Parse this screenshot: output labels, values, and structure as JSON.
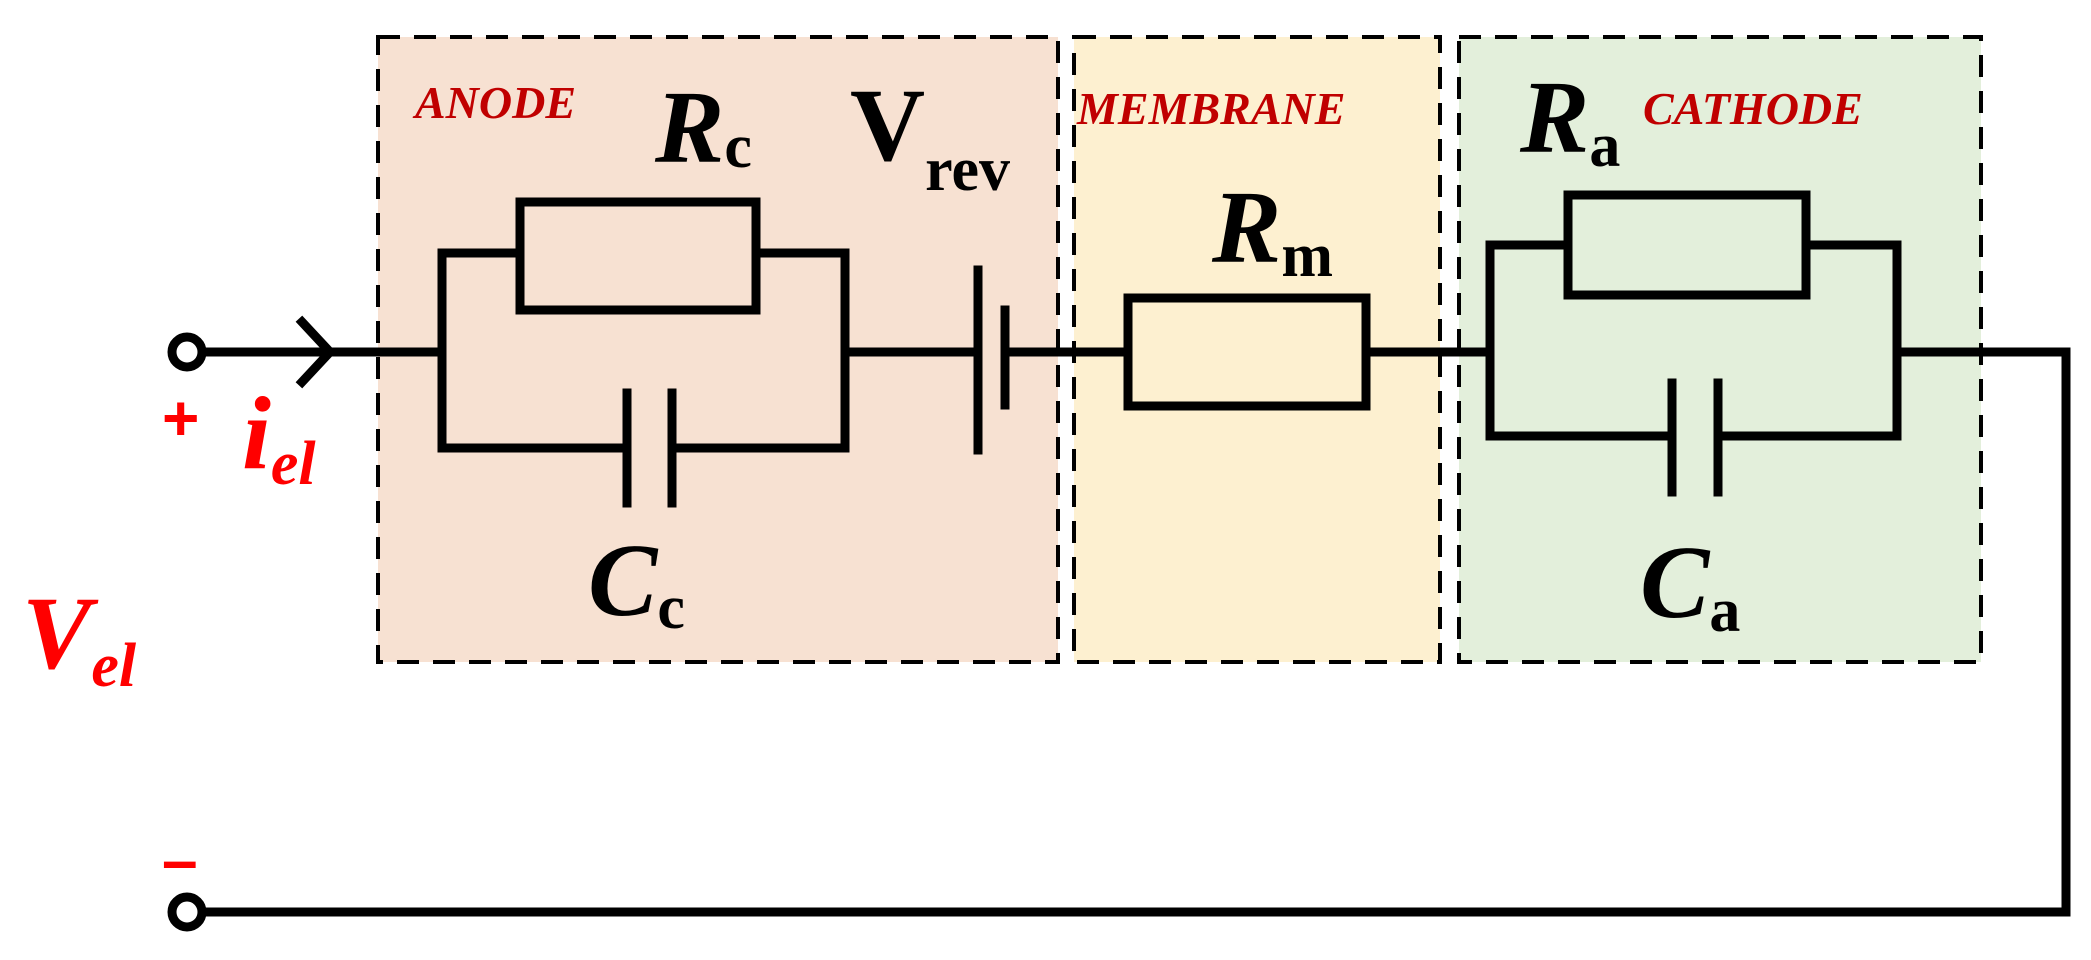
{
  "sections": {
    "anode": "ANODE",
    "membrane": "MEMBRANE",
    "cathode": "CATHODE"
  },
  "components": {
    "rc": {
      "main": "R",
      "sub": "c"
    },
    "cc": {
      "main": "C",
      "sub": "c"
    },
    "vrev": {
      "main": "V",
      "sub": "rev"
    },
    "rm": {
      "main": "R",
      "sub": "m"
    },
    "ra": {
      "main": "R",
      "sub": "a"
    },
    "ca": {
      "main": "C",
      "sub": "a"
    }
  },
  "terminals": {
    "plus": "+",
    "minus": "–",
    "current": {
      "main": "i",
      "sub": "el"
    },
    "voltage": {
      "main": "V",
      "sub": "el"
    }
  },
  "colors": {
    "anode_fill": "#f7e1d2",
    "membrane_fill": "#fdf0d0",
    "cathode_fill": "#e3efdb",
    "label_red": "#c00000",
    "terminal_red": "#ff0000"
  }
}
